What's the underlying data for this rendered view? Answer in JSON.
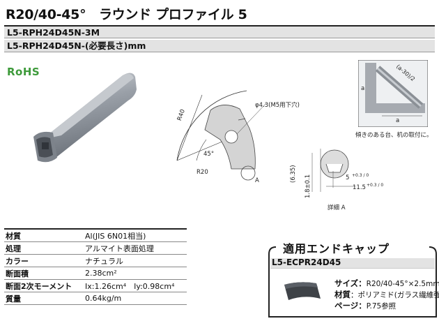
{
  "title": "R20/40-45°　ラウンド プロファイル 5",
  "codes": [
    "L5-RPH24D45N-3M",
    "L5-RPH24D45N-(必要長さ)mm"
  ],
  "rohs": "RoHS",
  "drawing": {
    "r40": "R40",
    "r20": "R20",
    "angle": "45°",
    "hole": "φ4.3(M5用下穴)",
    "section_marker": "A",
    "detail_caption": "詳細 A",
    "dim_635": "(6.35)",
    "dim_18": "1.8±0.1",
    "dim_5": "5",
    "dim_5_tol": "+0.3 / 0",
    "dim_115": "11.5",
    "dim_115_tol": "+0.3 / 0",
    "assembly_a": "a",
    "assembly_callout": "(a-30)/2",
    "assembly_note": "傾きのある台、机の取付に。"
  },
  "specs": [
    {
      "key": "材質",
      "value": "Al(JIS 6N01相当)"
    },
    {
      "key": "処理",
      "value": "アルマイト表面処理"
    },
    {
      "key": "カラー",
      "value": "ナチュラル"
    },
    {
      "key": "断面積",
      "value": "2.38cm²"
    },
    {
      "key": "断面2次モーメント",
      "value": "Ix:1.26cm⁴　Iy:0.98cm⁴"
    },
    {
      "key": "質量",
      "value": "0.64kg/m"
    }
  ],
  "endcap": {
    "title": "適用エンドキャップ",
    "code": "L5-ECPR24D45",
    "size_label": "サイズ：",
    "size_value": "R20/40-45°×2.5mm",
    "material_label": "材質",
    "material_value": "：ポリアミド(ガラス繊維強化)",
    "page_label": "ページ：",
    "page_value": "P.75参照"
  },
  "colors": {
    "rohs": "#3d9a3a",
    "codebar": "#e3e3e3",
    "profile": "#a4a9b0"
  }
}
